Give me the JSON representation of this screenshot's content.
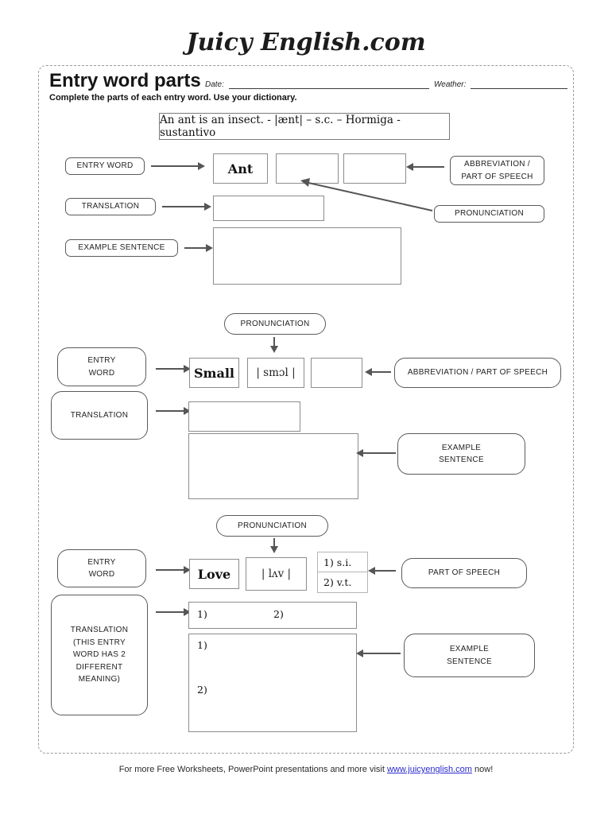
{
  "header": {
    "logo": "Juicy English.com"
  },
  "worksheet": {
    "title": "Entry word parts",
    "date_label": "Date:",
    "weather_label": "Weather:",
    "instructions": "Complete the parts of each entry word. Use your dictionary.",
    "reference_line": "An ant is an insect. -  |ænt| – s.c. – Hormiga - sustantivo"
  },
  "section1": {
    "entry_word_label": "ENTRY WORD",
    "entry_word": "Ant",
    "abbreviation_label": "ABBREVIATION /\nPART OF SPEECH",
    "translation_label": "TRANSLATION",
    "pronunciation_label": "PRONUNCIATION",
    "example_label": "EXAMPLE SENTENCE"
  },
  "section2": {
    "pronunciation_label": "PRONUNCIATION",
    "entry_word_label": "ENTRY\nWORD",
    "entry_word": "Small",
    "pronunciation": "| smɔl |",
    "abbreviation_label": "ABBREVIATION / PART OF SPEECH",
    "translation_label": "TRANSLATION",
    "example_label": "EXAMPLE\nSENTENCE"
  },
  "section3": {
    "pronunciation_label": "PRONUNCIATION",
    "entry_word_label": "ENTRY\nWORD",
    "entry_word": "Love",
    "pronunciation": "| lʌv |",
    "pos_items": [
      "1) s.i.",
      "2) v.t."
    ],
    "pos_label": "PART OF SPEECH",
    "translation_label": "TRANSLATION\n(THIS ENTRY\nWORD HAS 2\nDIFFERENT\nMEANING)",
    "translation_markers": [
      "1)",
      "2)"
    ],
    "example_markers": [
      "1)",
      "2)"
    ],
    "example_label": "EXAMPLE\nSENTENCE"
  },
  "footer": {
    "text_before": "For more Free Worksheets, PowerPoint presentations and more visit",
    "link": "www.juicyenglish.com",
    "text_after": "now!"
  },
  "colors": {
    "box_border": "#8c8c8c",
    "pill_border": "#5a5a5a",
    "arrow": "#565656",
    "link_blue": "#2a2ad0"
  }
}
